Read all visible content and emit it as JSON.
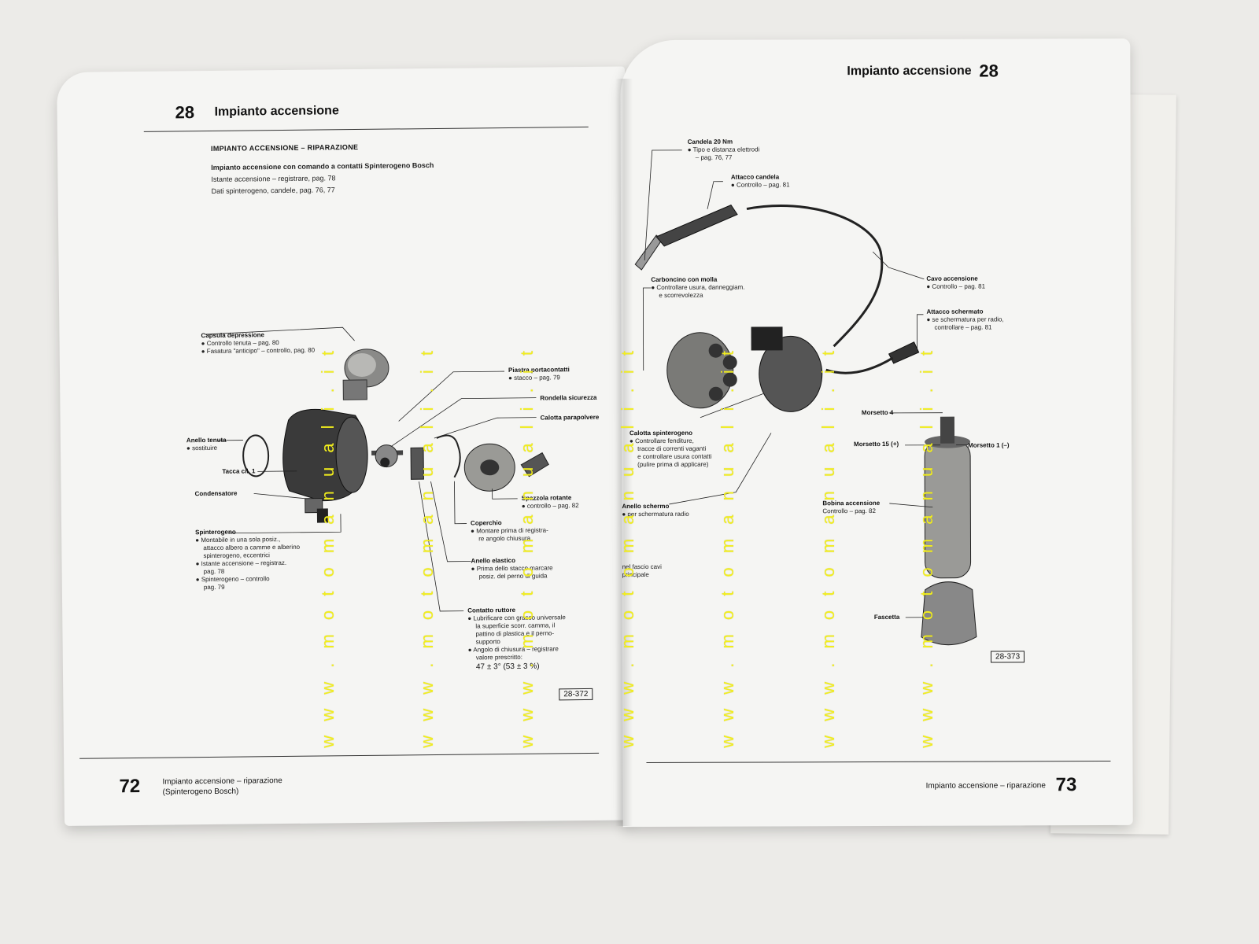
{
  "left_page": {
    "chapter_num": "28",
    "chapter_title": "Impianto accensione",
    "section_title": "IMPIANTO ACCENSIONE – RIPARAZIONE",
    "intro_bold": "Impianto accensione con comando a contatti Spinterogeno Bosch",
    "intro_line2": "Istante accensione – registrare, pag. 78",
    "intro_line3": "Dati spinterogeno, candele, pag. 76, 77",
    "labels": {
      "capsula": {
        "title": "Capsula depressione",
        "l1": "●  Controllo tenuta – pag. 80",
        "l2": "●  Fasatura \"anticipo\" – controllo, pag. 80"
      },
      "piastra": {
        "title": "Piastra portacontatti",
        "l1": "●  stacco – pag. 79"
      },
      "rondella": {
        "title": "Rondella sicurezza"
      },
      "calotta": {
        "title": "Calotta parapolvere"
      },
      "anello_tenuta": {
        "title": "Anello tenuta",
        "l1": "●  sostituire"
      },
      "tacca": {
        "title": "Tacca cil. 1"
      },
      "condensatore": {
        "title": "Condensatore"
      },
      "spazzola": {
        "title": "Spazzola rotante",
        "l1": "●  controllo – pag. 82"
      },
      "coperchio": {
        "title": "Coperchio",
        "l1": "●  Montare prima di registra-",
        "l2": "re angolo chiusura"
      },
      "spinterogeno": {
        "title": "Spinterogeno",
        "l1": "●  Montabile in una sola posiz.,",
        "l2": "attacco albero a camme e alberino",
        "l3": "spinterogeno, eccentrici",
        "l4": "●  Istante accensione – registraz.",
        "l5": "pag. 78",
        "l6": "●  Spinterogeno – controllo",
        "l7": "pag. 79"
      },
      "anello_elastico": {
        "title": "Anello elastico",
        "l1": "●  Prima dello stacco marcare",
        "l2": "posiz. del perno di guida"
      },
      "contatto": {
        "title": "Contatto ruttore",
        "l1": "●  Lubrificare con grasso universale",
        "l2": "la superficie scorr. camma, il",
        "l3": "pattino di plastica e il perno-",
        "l4": "supporto",
        "l5": "●  Angolo di chiusura – registrare",
        "l6": "valore prescritto:",
        "l7": "47 ± 3° (53 ± 3 %)"
      }
    },
    "fig_number": "28-372",
    "footer_num": "72",
    "footer_l1": "Impianto accensione – riparazione",
    "footer_l2": "(Spinterogeno Bosch)"
  },
  "right_page": {
    "chapter_num": "28",
    "chapter_title": "Impianto accensione",
    "labels": {
      "candela": {
        "title": "Candela 20 Nm",
        "l1": "●  Tipo e distanza elettrodi",
        "l2": "– pag. 76, 77"
      },
      "attacco": {
        "title": "Attacco candela",
        "l1": "●  Controllo – pag. 81"
      },
      "carboncino": {
        "title": "Carboncino con molla",
        "l1": "●  Controllare usura, danneggiam.",
        "l2": "e scorrevolezza"
      },
      "cavo": {
        "title": "Cavo accensione",
        "l1": "●  Controllo – pag. 81"
      },
      "schermato": {
        "title": "Attacco schermato",
        "l1": "●  se schermatura per radio,",
        "l2": "controllare – pag. 81"
      },
      "calotta_sp": {
        "title": "Calotta spinterogeno",
        "l1": "●  Controllare fenditure,",
        "l2": "tracce di correnti vaganti",
        "l3": "e controllare usura contatti",
        "l4": "(pulire prima di applicare)"
      },
      "morsetto4": {
        "title": "Morsetto 4"
      },
      "morsetto15": {
        "title": "Morsetto 15 (+)"
      },
      "morsetto1": {
        "title": "Morsetto 1 (–)"
      },
      "bobina": {
        "title": "Bobina accensione",
        "l1": "Controllo – pag. 82"
      },
      "schermo": {
        "title": "Anello schermo",
        "l1": "●  per schermatura radio"
      },
      "fascio": {
        "title": "nel fascio cavi",
        "l1": "principale"
      },
      "fascetta": {
        "title": "Fascetta"
      }
    },
    "fig_number": "28-373",
    "footer_num": "73",
    "footer_txt": "Impianto accensione – riparazione"
  },
  "watermark": "w w w . m o t o m a n u a l i . i t",
  "colors": {
    "watermark": "#f2ee1e",
    "paper": "#f5f5f3",
    "background": "#ecebe8"
  }
}
